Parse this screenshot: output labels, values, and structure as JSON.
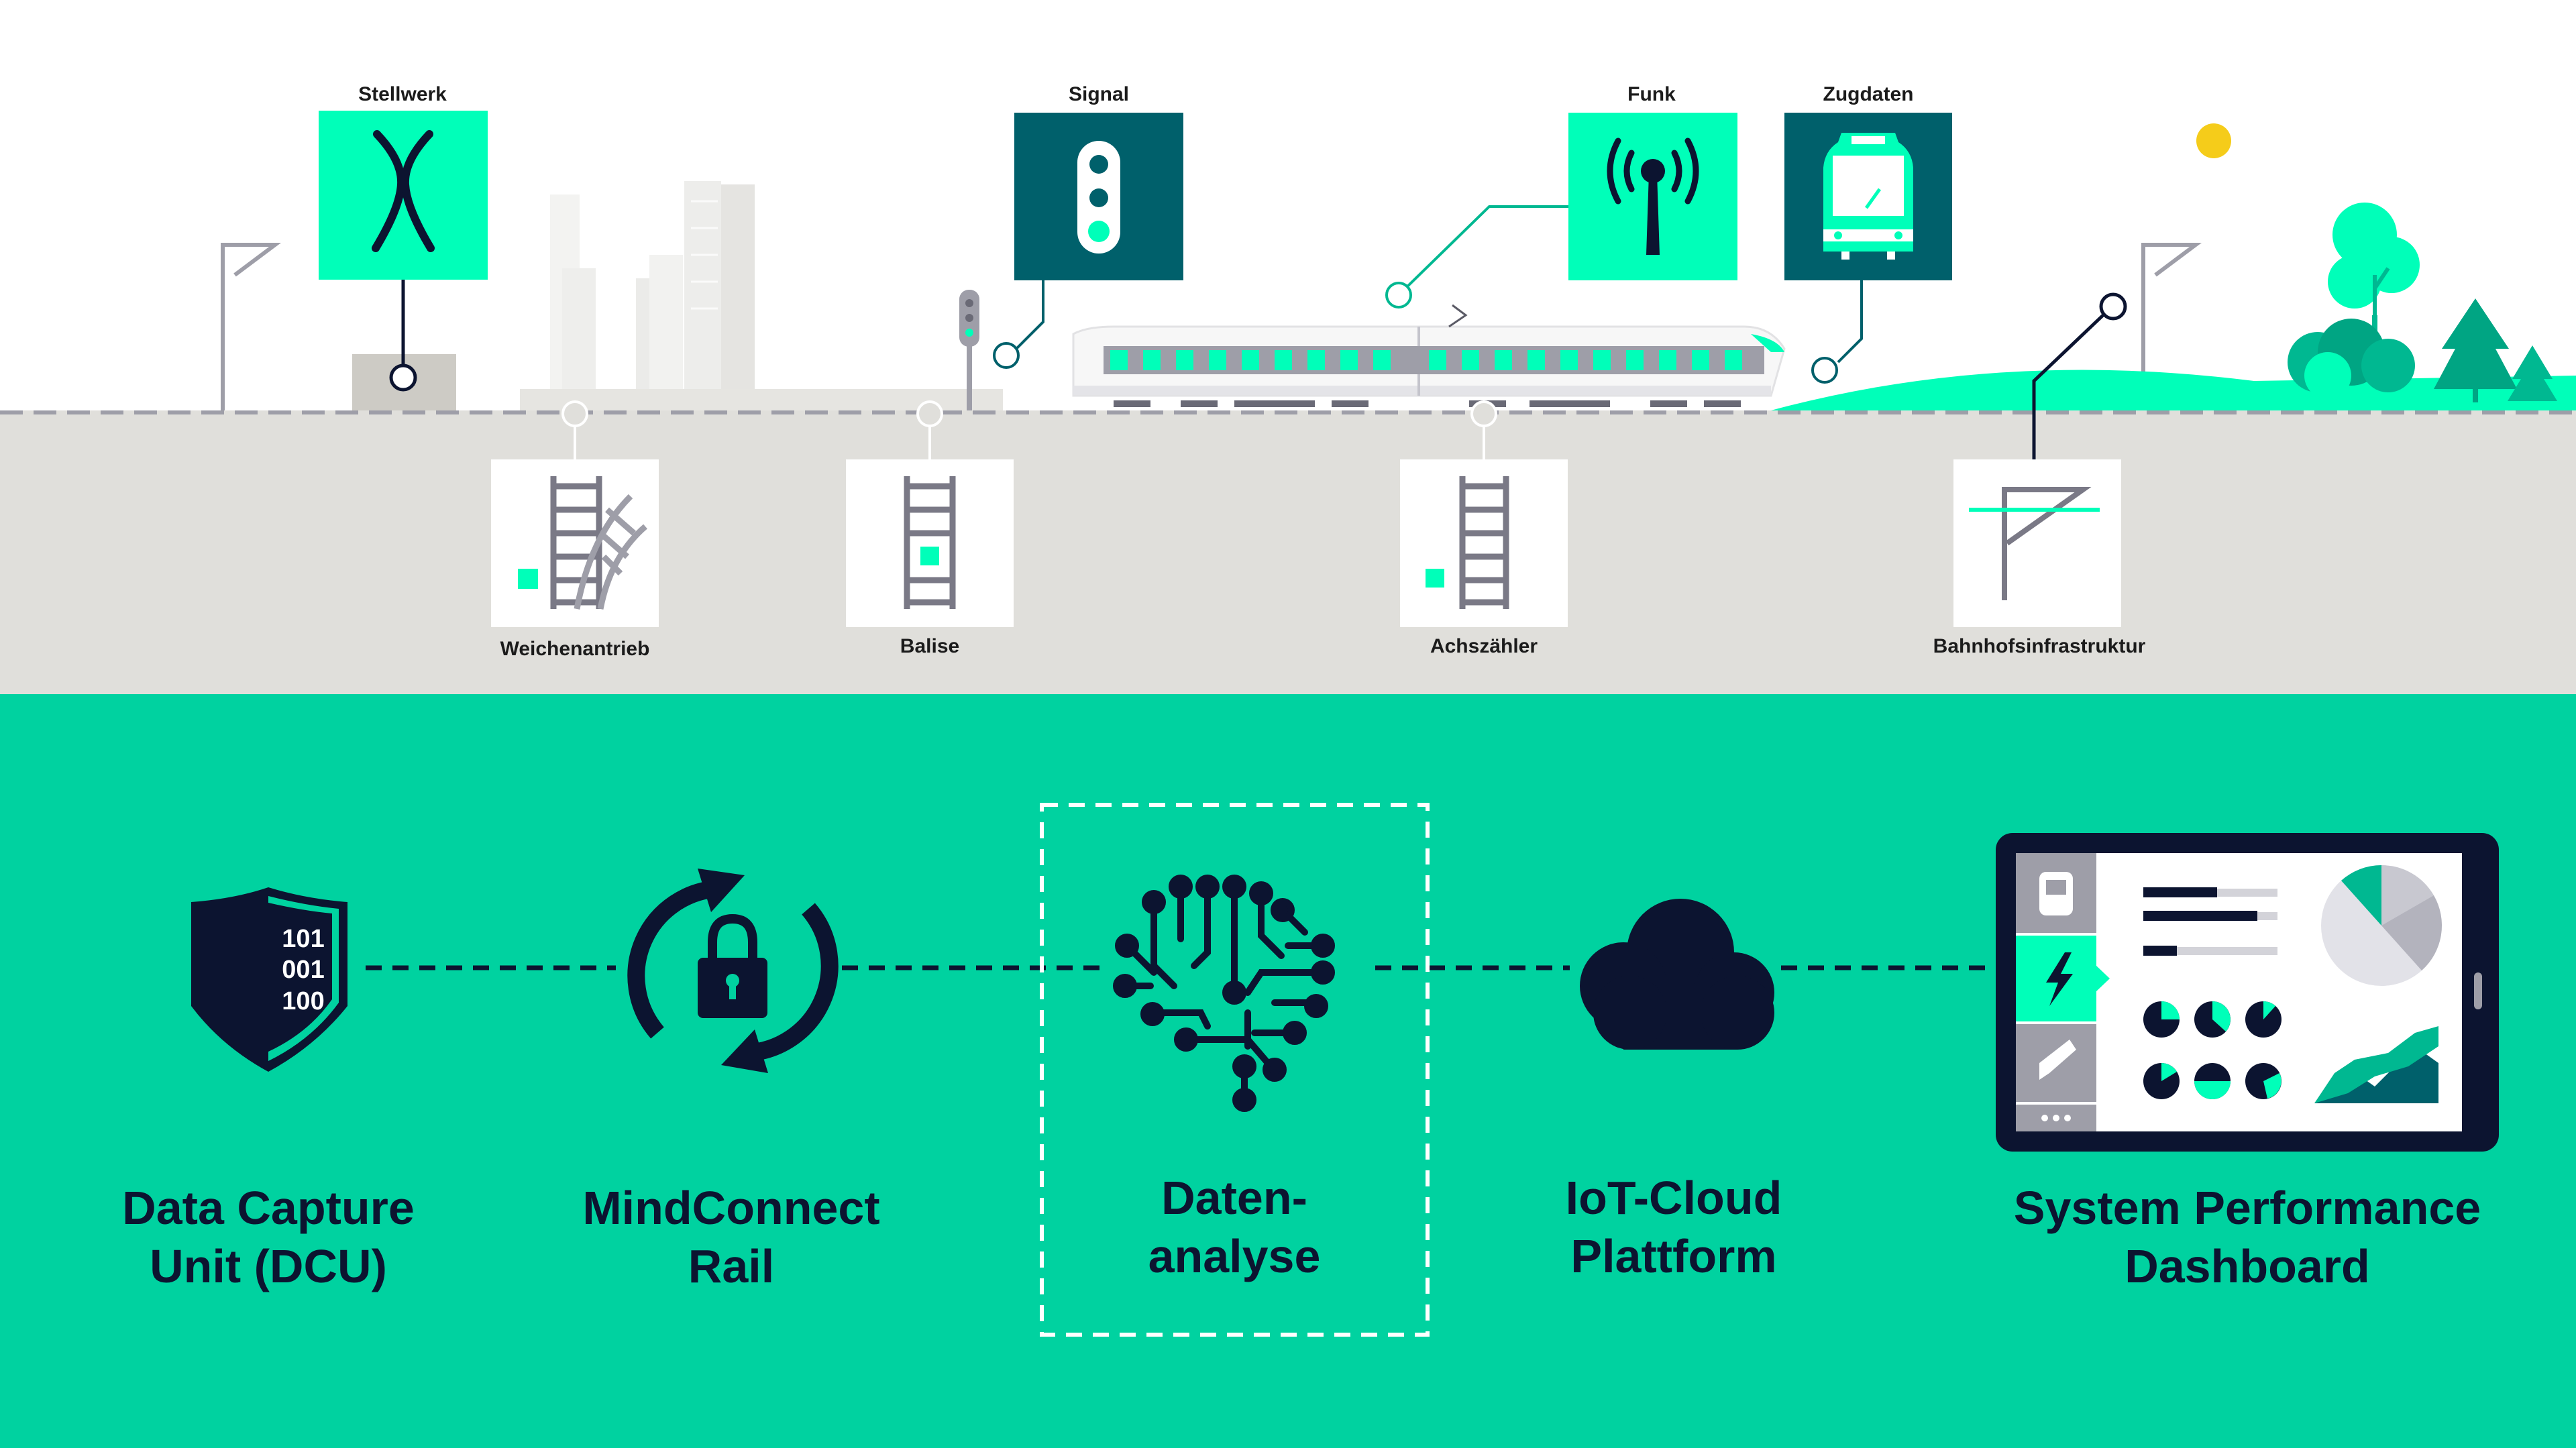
{
  "colors": {
    "accent": "#00ffb9",
    "flow_bg": "#00d2a0",
    "ground": "#e0dfdb",
    "teal_dark": "#00606b",
    "navy": "#0c1430",
    "yellow": "#f5cc1a"
  },
  "top_nodes": {
    "stellwerk": {
      "label": "Stellwerk",
      "icon": "switch-icon"
    },
    "signal": {
      "label": "Signal",
      "icon": "traffic-light-icon"
    },
    "funk": {
      "label": "Funk",
      "icon": "radio-antenna-icon"
    },
    "zugdaten": {
      "label": "Zugdaten",
      "icon": "train-front-icon"
    }
  },
  "track_nodes": {
    "weichenantrieb": {
      "label": "Weichenantrieb",
      "icon": "switch-track-icon"
    },
    "balise": {
      "label": "Balise",
      "icon": "balise-track-icon"
    },
    "achszaehler": {
      "label": "Achszähler",
      "icon": "axle-counter-track-icon"
    },
    "bahnhof": {
      "label": "Bahnhofsinfrastruktur",
      "icon": "station-pole-icon"
    }
  },
  "flow": {
    "dcu": {
      "line1": "Data Capture",
      "line2": "Unit (DCU)",
      "icon": "shield-binary-icon",
      "binary": [
        "101",
        "001",
        "100"
      ]
    },
    "mindconnect": {
      "line1": "MindConnect",
      "line2": "Rail",
      "icon": "lock-sync-icon"
    },
    "datenanalyse": {
      "line1": "Daten-",
      "line2": "analyse",
      "icon": "brain-circuit-icon"
    },
    "iot": {
      "line1": "IoT-Cloud",
      "line2": "Plattform",
      "icon": "cloud-icon"
    },
    "dashboard": {
      "line1": "System Performance",
      "line2": "Dashboard",
      "icon": "tablet-dashboard-icon"
    }
  }
}
